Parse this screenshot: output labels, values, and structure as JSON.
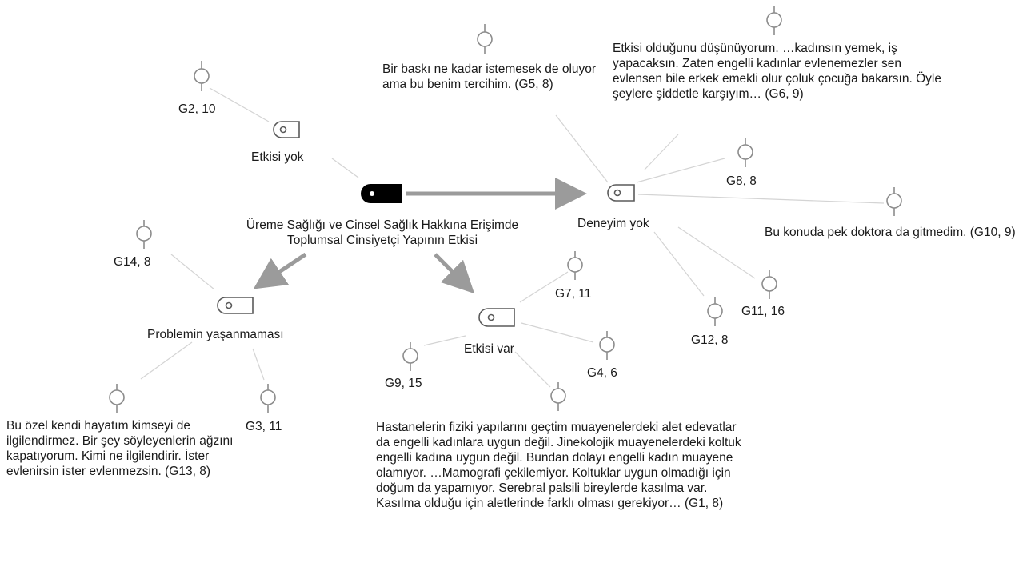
{
  "root": {
    "label_lines": [
      "Üreme Sağlığı ve Cinsel Sağlık Hakkına Erişimde",
      "Toplumsal Cinsiyetçi Yapının Etkisi"
    ]
  },
  "codes": {
    "etkisi_yok": "Etkisi yok",
    "deneyim_yok": "Deneyim yok",
    "problemin_yasanmamasi": "Problemin yaşanmaması",
    "etkisi_var": "Etkisi var"
  },
  "quotes": {
    "g2": "G2, 10",
    "g5": "Bir baskı ne kadar istemesek de oluyor ama bu benim tercihim. (G5, 8)",
    "g6": "Etkisi olduğunu düşünüyorum. …kadınsın yemek, iş yapacaksın. Zaten engelli kadınlar evlenemezler sen evlensen bile erkek emekli olur çoluk çocuğa bakarsın. Öyle şeylere şiddetle karşıyım… (G6, 9)",
    "g8": "G8, 8",
    "g10": "Bu konuda pek doktora da gitmedim. (G10, 9)",
    "g11": "G11, 16",
    "g12": "G12, 8",
    "g14": "G14, 8",
    "g7": "G7, 11",
    "g4": "G4, 6",
    "g9": "G9, 15",
    "g3": "G3, 11",
    "g13": "Bu özel kendi hayatım kimseyi de ilgilendirmez. Bir şey söyleyenlerin ağzını kapatıyorum. Kimi ne ilgilendirir. İster evlenirsin ister evlenmezsin. (G13, 8)",
    "g1": "Hastanelerin fiziki yapılarını geçtim muayenelerdeki alet edevatlar da engelli kadınlara uygun değil. Jinekolojik muayenelerdeki koltuk engelli kadına uygun değil. Bundan dolayı engelli kadın muayene olamıyor. …Mamografi çekilemiyor. Koltuklar uygun olmadığı için doğum da yapamıyor. Serebral palsili bireylerde kasılma var. Kasılma olduğu için aletlerinde farklı olması gerekiyor… (G1, 8)"
  },
  "colors": {
    "root_fill": "#000000",
    "code_stroke": "#5a5a5a",
    "quote_stroke": "#8c8c8c",
    "arrow": "#9b9b9b",
    "link": "#d4d4d4"
  }
}
